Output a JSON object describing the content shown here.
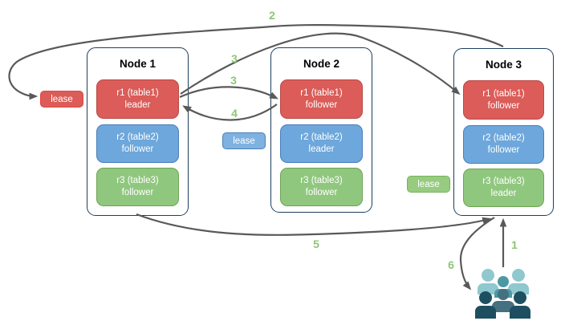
{
  "nodes": [
    {
      "title": "Node 1",
      "replicas": [
        {
          "label": "r1 (table1)",
          "role": "leader",
          "color": "red"
        },
        {
          "label": "r2 (table2)",
          "role": "follower",
          "color": "blue"
        },
        {
          "label": "r3 (table3)",
          "role": "follower",
          "color": "green"
        }
      ]
    },
    {
      "title": "Node 2",
      "replicas": [
        {
          "label": "r1 (table1)",
          "role": "follower",
          "color": "red"
        },
        {
          "label": "r2 (table2)",
          "role": "leader",
          "color": "blue"
        },
        {
          "label": "r3 (table3)",
          "role": "follower",
          "color": "green"
        }
      ]
    },
    {
      "title": "Node 3",
      "replicas": [
        {
          "label": "r1 (table1)",
          "role": "follower",
          "color": "red"
        },
        {
          "label": "r2 (table2)",
          "role": "follower",
          "color": "blue"
        },
        {
          "label": "r3 (table3)",
          "role": "leader",
          "color": "green"
        }
      ]
    }
  ],
  "leases": [
    {
      "label": "lease",
      "color": "red"
    },
    {
      "label": "lease",
      "color": "blue"
    },
    {
      "label": "lease",
      "color": "green"
    }
  ],
  "steps": [
    {
      "text": "1"
    },
    {
      "text": "2"
    },
    {
      "text": "3"
    },
    {
      "text": "3"
    },
    {
      "text": "4"
    },
    {
      "text": "5"
    },
    {
      "text": "6"
    }
  ],
  "icons": {
    "users": "users-icon"
  },
  "colors": {
    "node_border": "#1d3e5e",
    "red_fill": "#db5c58",
    "red_border": "#ba4a45",
    "red_lease_border": "#e4453f",
    "blue_fill": "#6da7db",
    "blue_border": "#4a7ebb",
    "blue_lease_fill": "#7fb2e0",
    "green_fill": "#90c77e",
    "green_border": "#6fa455",
    "green_lease_fill": "#97cc80",
    "green_lease_border": "#78b25b",
    "arrow_color": "#595959",
    "step_color": "#8dc578",
    "users_light": "#8fc8ce",
    "users_mid": "#4d99a3",
    "users_slate": "#44707f",
    "users_dark": "#1d4f60"
  }
}
